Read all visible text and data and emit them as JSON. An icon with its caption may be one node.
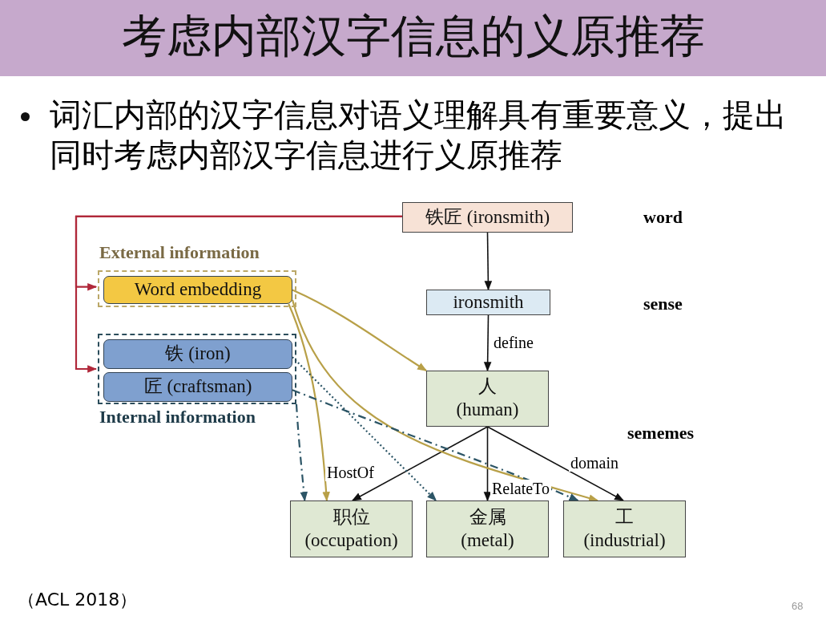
{
  "diagram": {
    "title": "考虑内部汉字信息的义原推荐",
    "nodes": [
      {
        "text": [
          "铁匠 (ironsmith)"
        ]
      },
      {
        "text": [
          "ironsmith"
        ]
      },
      {
        "text": [
          "人",
          "(human)"
        ]
      },
      {
        "text": [
          "职位",
          "(occupation)"
        ]
      },
      {
        "text": [
          "金属",
          "(metal)"
        ]
      },
      {
        "text": [
          "工",
          "(industrial)"
        ]
      },
      {
        "text": [
          "External information"
        ]
      },
      {
        "text": [
          "Word embedding"
        ],
        "in": 6
      },
      {
        "text": [
          "Internal information"
        ]
      },
      {
        "text": [
          "铁 (iron)"
        ],
        "in": 8
      },
      {
        "text": [
          "匠 (craftsman)"
        ],
        "in": 8
      }
    ],
    "edges": [
      {
        "from": 0,
        "to": 1,
        "arrow": "to"
      },
      {
        "from": 1,
        "to": 2,
        "arrow": "to",
        "label": "define"
      },
      {
        "from": 2,
        "to": 3,
        "arrow": "to",
        "label": "HostOf"
      },
      {
        "from": 2,
        "to": 4,
        "arrow": "to",
        "label": "RelateTo"
      },
      {
        "from": 2,
        "to": 5,
        "arrow": "to",
        "label": "domain"
      },
      {
        "from": 0,
        "to": 6,
        "arrow": "to",
        "color": "#b0283a"
      },
      {
        "from": 0,
        "to": 8,
        "arrow": "to",
        "color": "#b0283a"
      },
      {
        "from": 7,
        "to": 2,
        "arrow": "to",
        "color": "#b8a048"
      },
      {
        "from": 7,
        "to": 3,
        "arrow": "to",
        "color": "#b8a048"
      },
      {
        "from": 7,
        "to": 5,
        "arrow": "to",
        "color": "#b8a048"
      },
      {
        "from": 9,
        "to": 4,
        "arrow": "to",
        "style": "dashed",
        "color": "#2c5566"
      },
      {
        "from": 10,
        "to": 5,
        "arrow": "to",
        "style": "dashed",
        "color": "#2c5566"
      },
      {
        "from": 8,
        "to": 3,
        "arrow": "to",
        "style": "dashed",
        "color": "#2c5566"
      }
    ],
    "labels": [
      "词汇内部的汉字信息对语义理解具有重要意义，提出同时考虑内部汉字信息进行义原推荐",
      "word",
      "sense",
      "sememes",
      "（ACL 2018）",
      "68"
    ]
  }
}
